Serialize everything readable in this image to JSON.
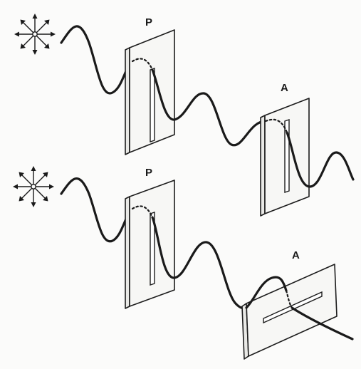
{
  "labels": {
    "top_polarizer": "P",
    "top_analyzer": "A",
    "bottom_polarizer": "P",
    "bottom_analyzer": "A"
  },
  "colors": {
    "ink": "#1a1a1a",
    "plate_face": "#f7f7f5",
    "plate_edge": "#e9e9e6",
    "background": "#fbfbfa"
  }
}
